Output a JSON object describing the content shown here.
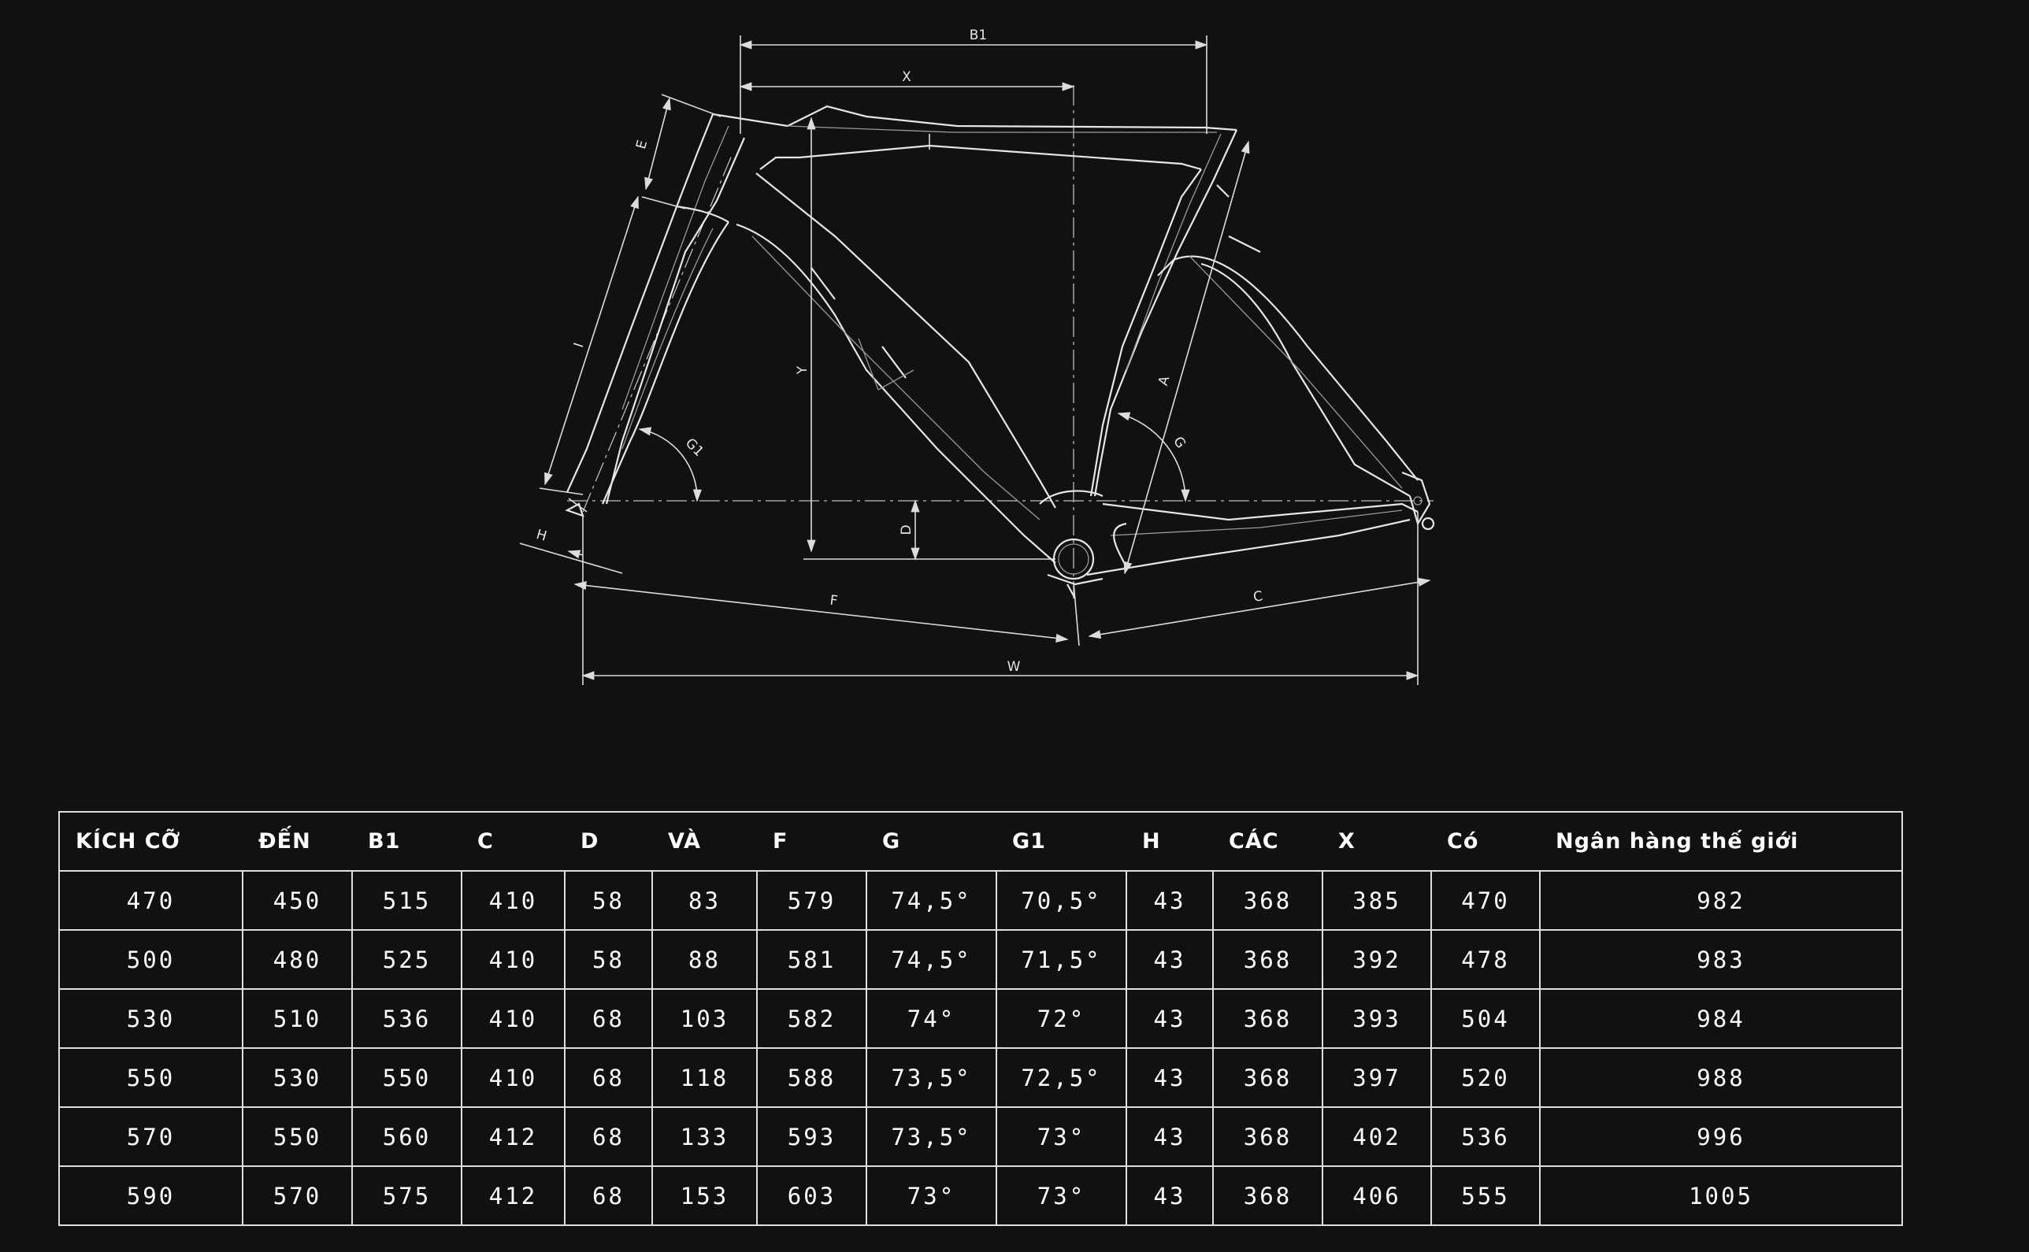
{
  "diagram": {
    "labels": {
      "B1": "B1",
      "X": "X",
      "E": "E",
      "I": "I",
      "Y": "Y",
      "A": "A",
      "G1": "G1",
      "G": "G",
      "D": "D",
      "H": "H",
      "F": "F",
      "C": "C",
      "W": "W"
    }
  },
  "table": {
    "headers": [
      "KÍCH CỠ",
      "ĐẾN",
      "B1",
      "C",
      "D",
      "VÀ",
      "F",
      "G",
      "G1",
      "H",
      "CÁC",
      "X",
      "Có",
      "Ngân hàng thế giới"
    ],
    "rows": [
      [
        "470",
        "450",
        "515",
        "410",
        "58",
        "83",
        "579",
        "74,5°",
        "70,5°",
        "43",
        "368",
        "385",
        "470",
        "982"
      ],
      [
        "500",
        "480",
        "525",
        "410",
        "58",
        "88",
        "581",
        "74,5°",
        "71,5°",
        "43",
        "368",
        "392",
        "478",
        "983"
      ],
      [
        "530",
        "510",
        "536",
        "410",
        "68",
        "103",
        "582",
        "74°",
        "72°",
        "43",
        "368",
        "393",
        "504",
        "984"
      ],
      [
        "550",
        "530",
        "550",
        "410",
        "68",
        "118",
        "588",
        "73,5°",
        "72,5°",
        "43",
        "368",
        "397",
        "520",
        "988"
      ],
      [
        "570",
        "550",
        "560",
        "412",
        "68",
        "133",
        "593",
        "73,5°",
        "73°",
        "43",
        "368",
        "402",
        "536",
        "996"
      ],
      [
        "590",
        "570",
        "575",
        "412",
        "68",
        "153",
        "603",
        "73°",
        "73°",
        "43",
        "368",
        "406",
        "555",
        "1005"
      ]
    ]
  }
}
